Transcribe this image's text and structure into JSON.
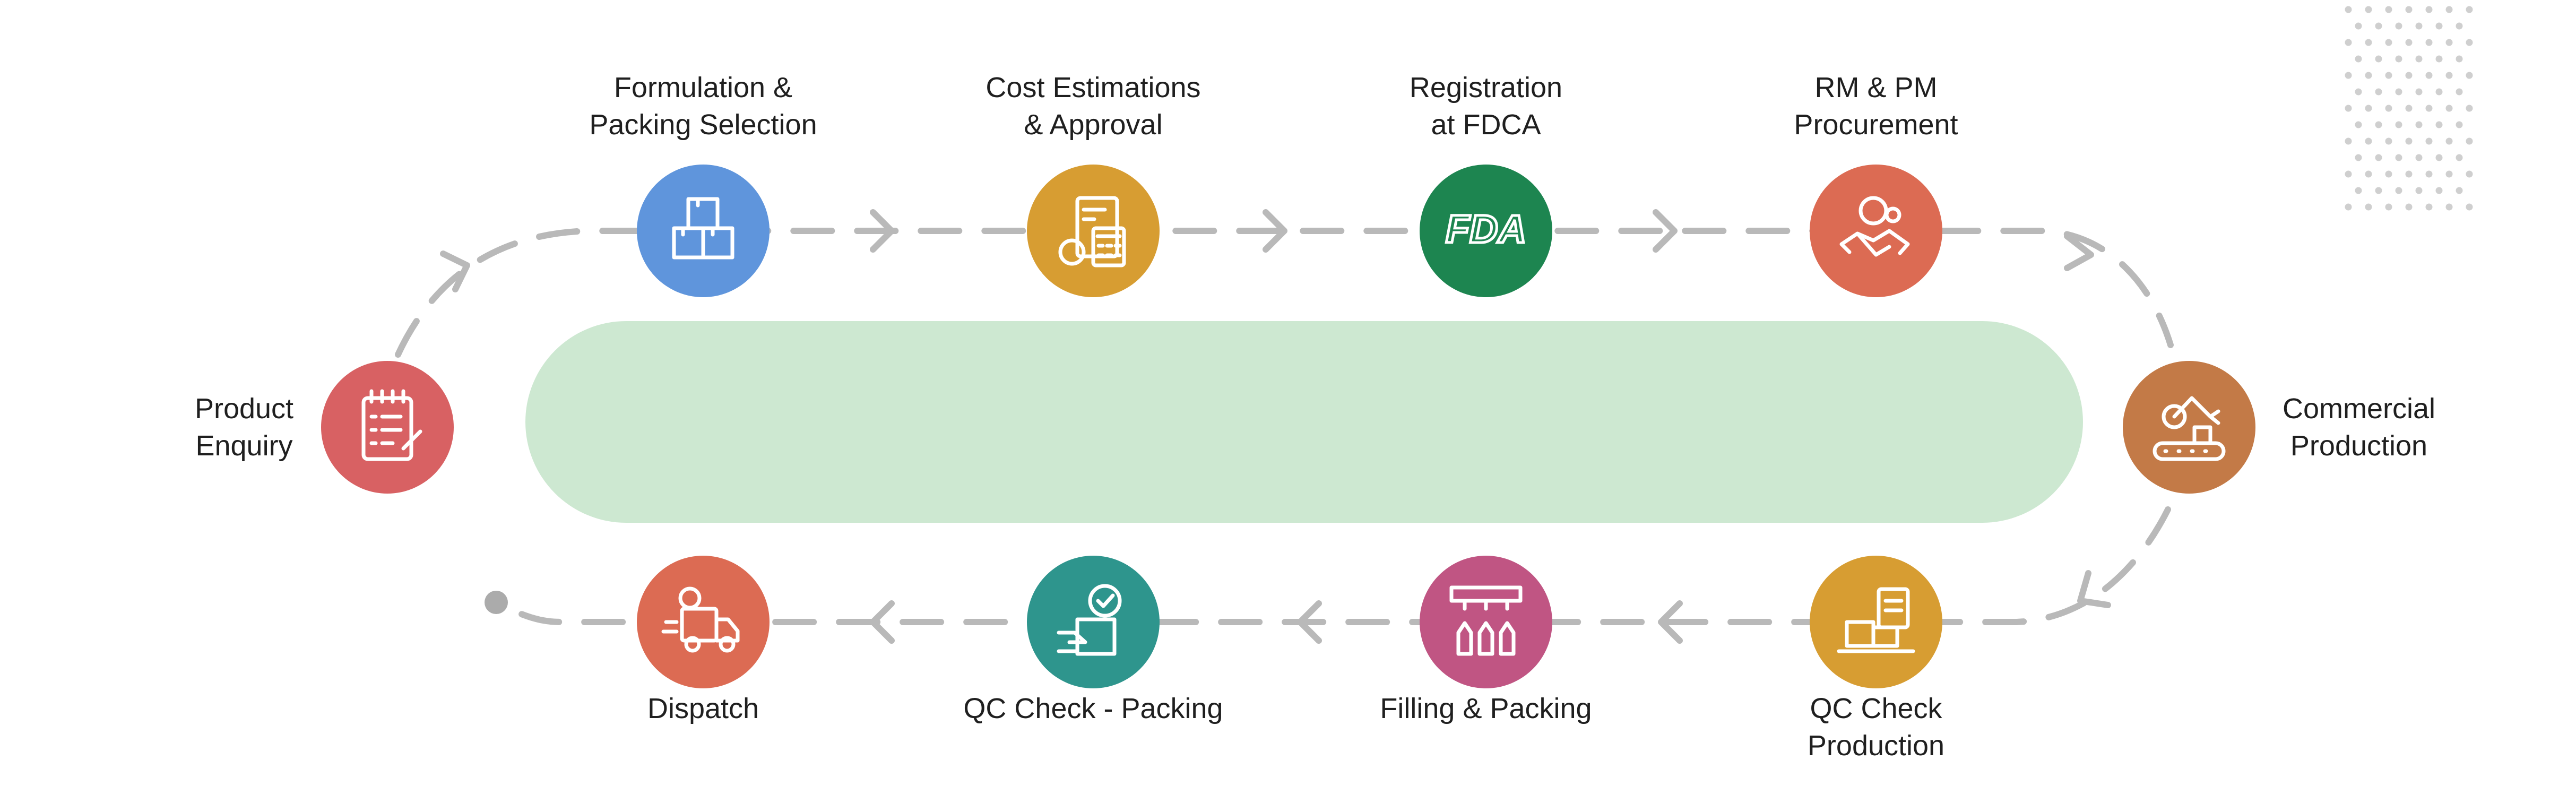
{
  "colors": {
    "path": "#b9b9b9",
    "center_band": "#cde8d1",
    "dots": "#cfcfcf",
    "text": "#1f1f1f"
  },
  "steps": [
    {
      "id": "product-enquiry",
      "lines": [
        "Product",
        "Enquiry"
      ],
      "color": "#d86163",
      "icon": "clipboard-checklist-icon"
    },
    {
      "id": "formulation-packing-selection",
      "lines": [
        "Formulation &",
        "Packing Selection"
      ],
      "color": "#5f95dc",
      "icon": "boxes-icon"
    },
    {
      "id": "cost-estimations-approval",
      "lines": [
        "Cost Estimations",
        "& Approval"
      ],
      "color": "#d79d32",
      "icon": "calculator-invoice-icon"
    },
    {
      "id": "registration-fdca",
      "lines": [
        "Registration",
        "at FDCA"
      ],
      "color": "#1d8550",
      "icon": "fda-logo-icon",
      "icon_text": "FDA"
    },
    {
      "id": "rm-pm-procurement",
      "lines": [
        "RM & PM",
        "Procurement"
      ],
      "color": "#dc6b53",
      "icon": "handshake-dollar-icon"
    },
    {
      "id": "commercial-production",
      "lines": [
        "Commercial",
        "Production"
      ],
      "color": "#c37a47",
      "icon": "robotic-arm-conveyor-icon"
    },
    {
      "id": "qc-check-production",
      "lines": [
        "QC Check",
        "Production"
      ],
      "color": "#d79d32",
      "icon": "boxes-checklist-icon"
    },
    {
      "id": "filling-packing",
      "lines": [
        "Filling & Packing"
      ],
      "color": "#c05583",
      "icon": "filling-machine-icon"
    },
    {
      "id": "qc-check-packing",
      "lines": [
        "QC Check - Packing"
      ],
      "color": "#2e958d",
      "icon": "package-check-icon"
    },
    {
      "id": "dispatch",
      "lines": [
        "Dispatch"
      ],
      "color": "#dc6b53",
      "icon": "delivery-truck-icon"
    }
  ]
}
